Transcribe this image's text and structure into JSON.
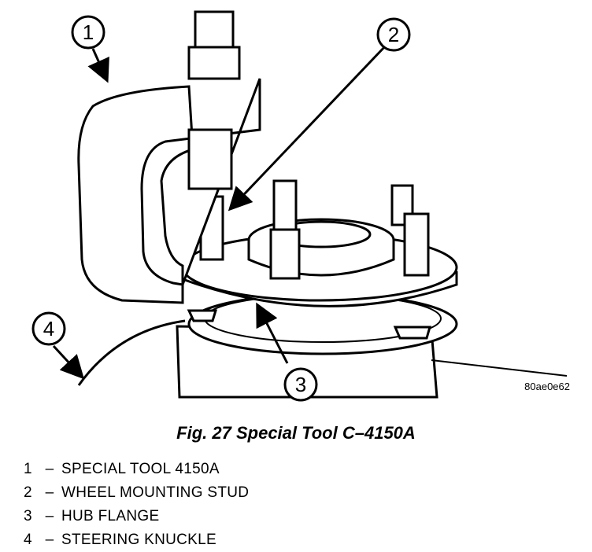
{
  "figure": {
    "image_code": "80ae0e62",
    "callouts": [
      "1",
      "2",
      "3",
      "4"
    ]
  },
  "caption": "Fig. 27 Special Tool C–4150A",
  "legend": [
    {
      "number": "1",
      "dash": "–",
      "label": "SPECIAL TOOL 4150A"
    },
    {
      "number": "2",
      "dash": "–",
      "label": "WHEEL MOUNTING STUD"
    },
    {
      "number": "3",
      "dash": "–",
      "label": "HUB FLANGE"
    },
    {
      "number": "4",
      "dash": "–",
      "label": "STEERING KNUCKLE"
    }
  ]
}
